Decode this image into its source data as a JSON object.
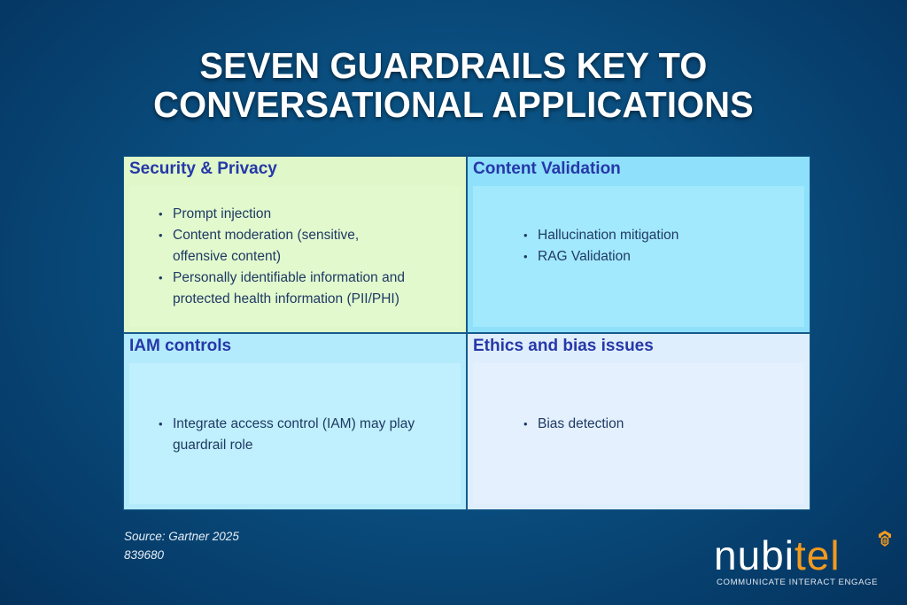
{
  "title": {
    "line1": "SEVEN GUARDRAILS KEY TO",
    "line2": "CONVERSATIONAL APPLICATIONS"
  },
  "quadrants": [
    {
      "heading": "Security & Privacy",
      "color": "#dff7c9",
      "items": [
        "Prompt injection",
        "Content moderation (sensitive, offensive content)",
        "Personally identifiable information and protected health information (PII/PHI)"
      ]
    },
    {
      "heading": "Content Validation",
      "color": "#8fe0fb",
      "items": [
        "Hallucination mitigation",
        "RAG Validation"
      ]
    },
    {
      "heading": "IAM controls",
      "color": "#b4ebfc",
      "items": [
        "Integrate access control (IAM) may play guardrail role"
      ]
    },
    {
      "heading": "Ethics and bias issues",
      "color": "#dfeefc",
      "items": [
        "Bias detection"
      ]
    }
  ],
  "source": {
    "line1": "Source: Gartner 2025",
    "line2": "839680"
  },
  "logo": {
    "part1": "nubi",
    "part2": "tel",
    "tagline": "COMMUNICATE  INTERACT  ENGAGE",
    "accent_color": "#f39a1e"
  }
}
